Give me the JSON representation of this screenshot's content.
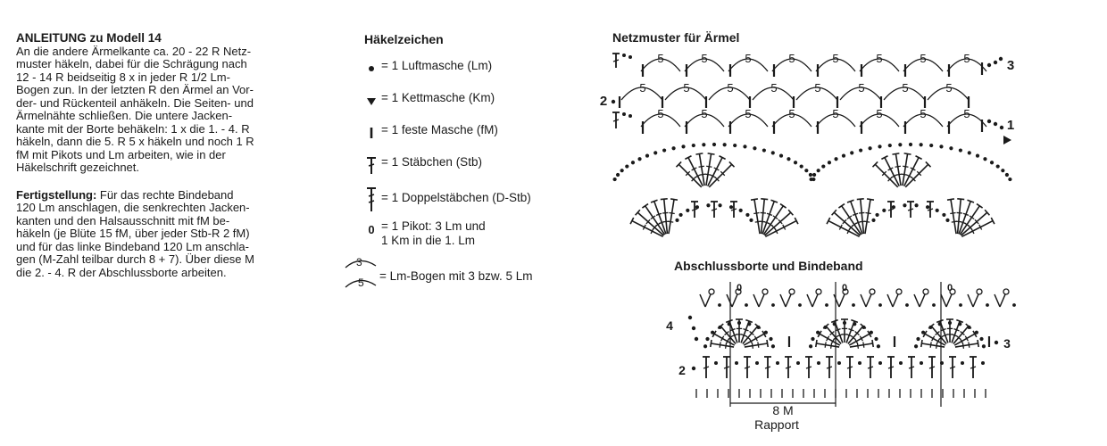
{
  "instructions": {
    "title": "ANLEITUNG zu Modell 14",
    "para1_lines": [
      "An die andere Ärmelkante ca. 20 - 22 R Netz-",
      "muster häkeln, dabei für die Schrägung nach",
      "12 - 14 R beidseitig  8 x in jeder R 1/2 Lm-",
      "Bogen zun. In der letzten R den Ärmel an Vor-",
      "der- und Rückenteil anhäkeln. Die Seiten- und",
      "Ärmelnähte schließen. Die untere Jacken-",
      "kante mit der Borte behäkeln: 1 x die 1. - 4. R",
      "häkeln, dann die 5. R 5 x häkeln und noch 1 R",
      "fM mit Pikots und Lm arbeiten, wie in der",
      "Häkelschrift gezeichnet."
    ],
    "para2_label": "Fertigstellung:",
    "para2_lines": [
      " Für das rechte Bindeband",
      "120 Lm anschlagen, die senkrechten Jacken-",
      "kanten und den Halsausschnitt mit fM be-",
      "häkeln (je Blüte 15 fM, über jeder Stb-R 2 fM)",
      "und für das linke Bindeband 120 Lm anschla-",
      "gen (M-Zahl teilbar durch 8 + 7). Über diese M",
      "die 2. - 4. R der Abschlussborte arbeiten."
    ]
  },
  "legend": {
    "title": "Häkelzeichen",
    "items": [
      {
        "symbol": "chain-dot",
        "text": "= 1 Luftmasche (Lm)"
      },
      {
        "symbol": "slip-triangle",
        "text": "= 1 Kettmasche (Km)"
      },
      {
        "symbol": "single-bar",
        "text": "= 1 feste Masche (fM)"
      },
      {
        "symbol": "dc-stitch",
        "text": "= 1 Stäbchen (Stb)"
      },
      {
        "symbol": "tr-stitch",
        "text": "= 1 Doppelstäbchen (D-Stb)"
      },
      {
        "symbol": "picot",
        "glyph": "0",
        "text": "= 1 Pikot: 3 Lm und\n1 Km in die 1. Lm"
      },
      {
        "symbol": "chain-arch",
        "glyph_a": "3",
        "glyph_b": "5",
        "text": "= Lm-Bogen mit 3 bzw. 5 Lm"
      }
    ]
  },
  "net_chart": {
    "title": "Netzmuster für Ärmel",
    "arch_label": "5",
    "row_labels": [
      "3",
      "2",
      "1"
    ]
  },
  "border_chart": {
    "title": "Abschlussborte und Bindeband",
    "picot_label": "0",
    "row_labels": [
      "4",
      "3",
      "2"
    ],
    "repeat_count": "8 M",
    "repeat_label": "Rapport"
  },
  "colors": {
    "ink": "#1a1a1a",
    "background": "#ffffff"
  }
}
